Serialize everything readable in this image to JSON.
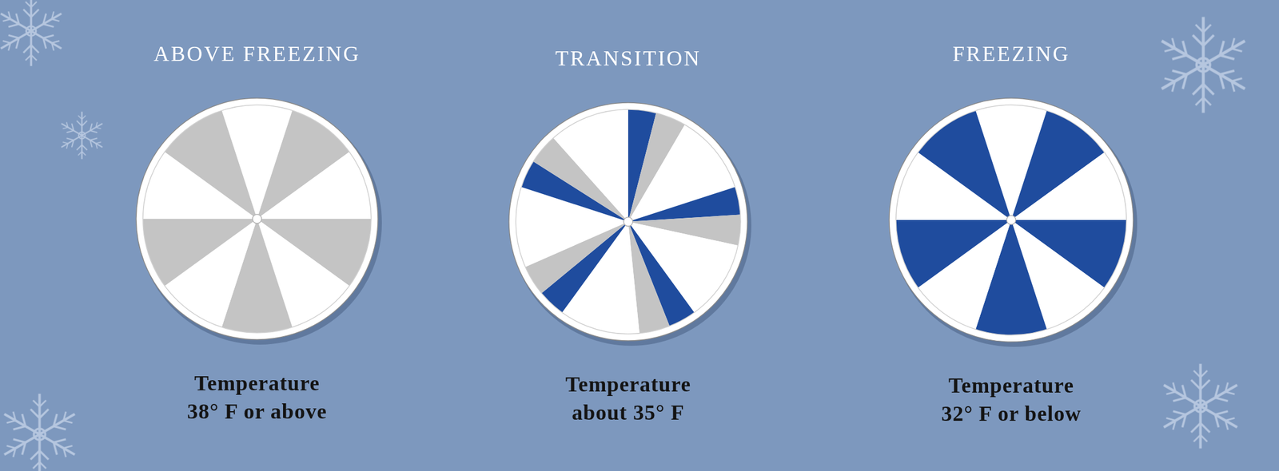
{
  "diagram": {
    "nodes": [
      {
        "text": [
          "ABOVE FREEZING",
          "Temperature 38° F or above"
        ]
      },
      {
        "text": [
          "TRANSITION",
          "Temperature about 35° F"
        ]
      },
      {
        "text": [
          "FREEZING",
          "Temperature 32° F or below"
        ]
      }
    ]
  }
}
